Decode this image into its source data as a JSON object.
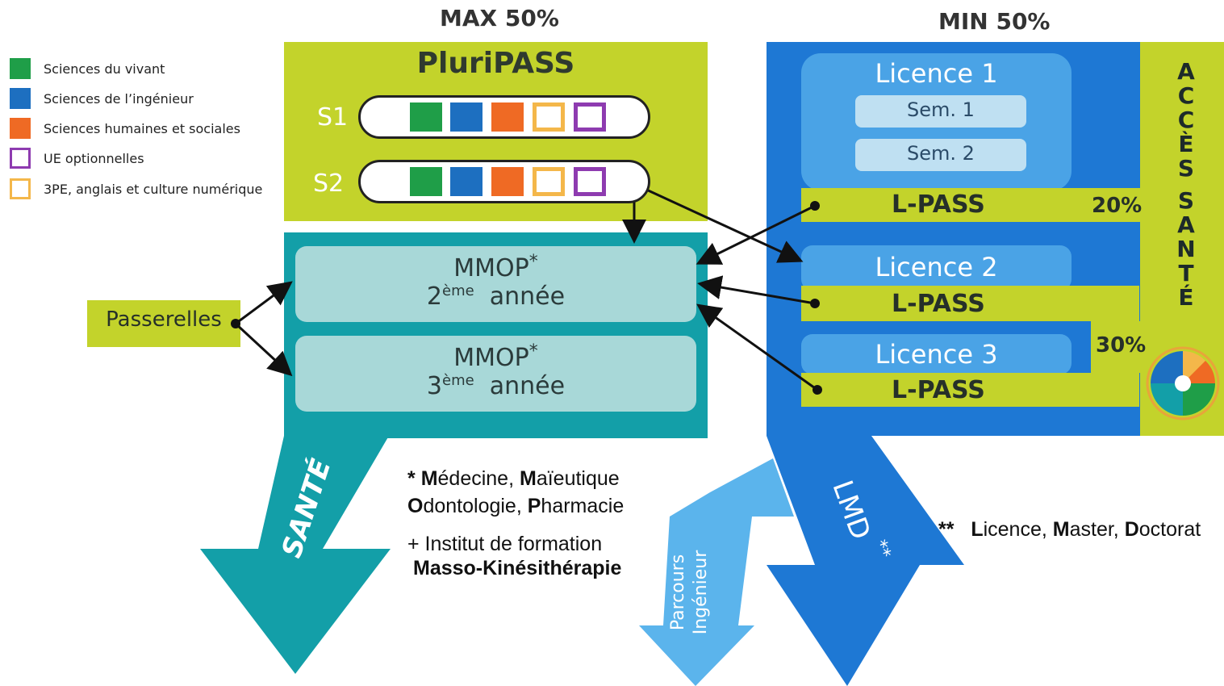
{
  "headers": {
    "max": "MAX 50%",
    "min": "MIN 50%"
  },
  "legend": [
    {
      "label": "Sciences du vivant",
      "color": "#1f9e48",
      "style": "filled"
    },
    {
      "label": "Sciences de l’ingénieur",
      "color": "#1d6fc0",
      "style": "filled"
    },
    {
      "label": "Sciences humaines et sociales",
      "color": "#ef6a24",
      "style": "filled"
    },
    {
      "label": "UE optionnelles",
      "color": "#8e3bb0",
      "style": "outline"
    },
    {
      "label": "3PE, anglais et culture numérique",
      "color": "#f4b74a",
      "style": "outline"
    }
  ],
  "pluripass": {
    "title": "PluriPASS",
    "semesters": [
      "S1",
      "S2"
    ]
  },
  "mmop": [
    {
      "title": "MMOP",
      "mark": "*",
      "year_num": "2",
      "year_sup": "ème",
      "year_word": "année"
    },
    {
      "title": "MMOP",
      "mark": "*",
      "year_num": "3",
      "year_sup": "ème",
      "year_word": "année"
    }
  ],
  "passerelles": "Passerelles",
  "licence": {
    "l1": "Licence 1",
    "sem1": "Sem. 1",
    "sem2": "Sem. 2",
    "l2": "Licence 2",
    "l3": "Licence 3",
    "lpass": "L-PASS",
    "pct_20": "20%",
    "pct_30": "30%"
  },
  "acces_sante": [
    "A",
    "C",
    "C",
    "È",
    "S",
    "",
    "S",
    "A",
    "N",
    "T",
    "É"
  ],
  "arrows": {
    "sante": "SANTÉ",
    "lmd": "LMD",
    "lmd_mark": "**",
    "parcours1": "Parcours",
    "parcours2": "Ingénieur"
  },
  "notes": {
    "star": "*",
    "line1_b1": "M",
    "line1_r1": "édecine, ",
    "line1_b2": "M",
    "line1_r2": "aïeutique",
    "line2_b1": "O",
    "line2_r1": "dontologie, ",
    "line2_b2": "P",
    "line2_r2": "harmacie",
    "line3": "+ Institut de formation",
    "line4": "Masso-Kinésithérapie",
    "dstar": "**",
    "lmd_b1": "L",
    "lmd_r1": "icence, ",
    "lmd_b2": "M",
    "lmd_r2": "aster, ",
    "lmd_b3": "D",
    "lmd_r3": "octorat"
  },
  "colors": {
    "lime": "#c3d32b",
    "teal": "#139fa8",
    "teal_light": "#a8d8d8",
    "blue": "#1e78d4",
    "blue_mid": "#4aa3e6",
    "blue_light": "#bfe0f2",
    "sky": "#5bb4ec"
  }
}
